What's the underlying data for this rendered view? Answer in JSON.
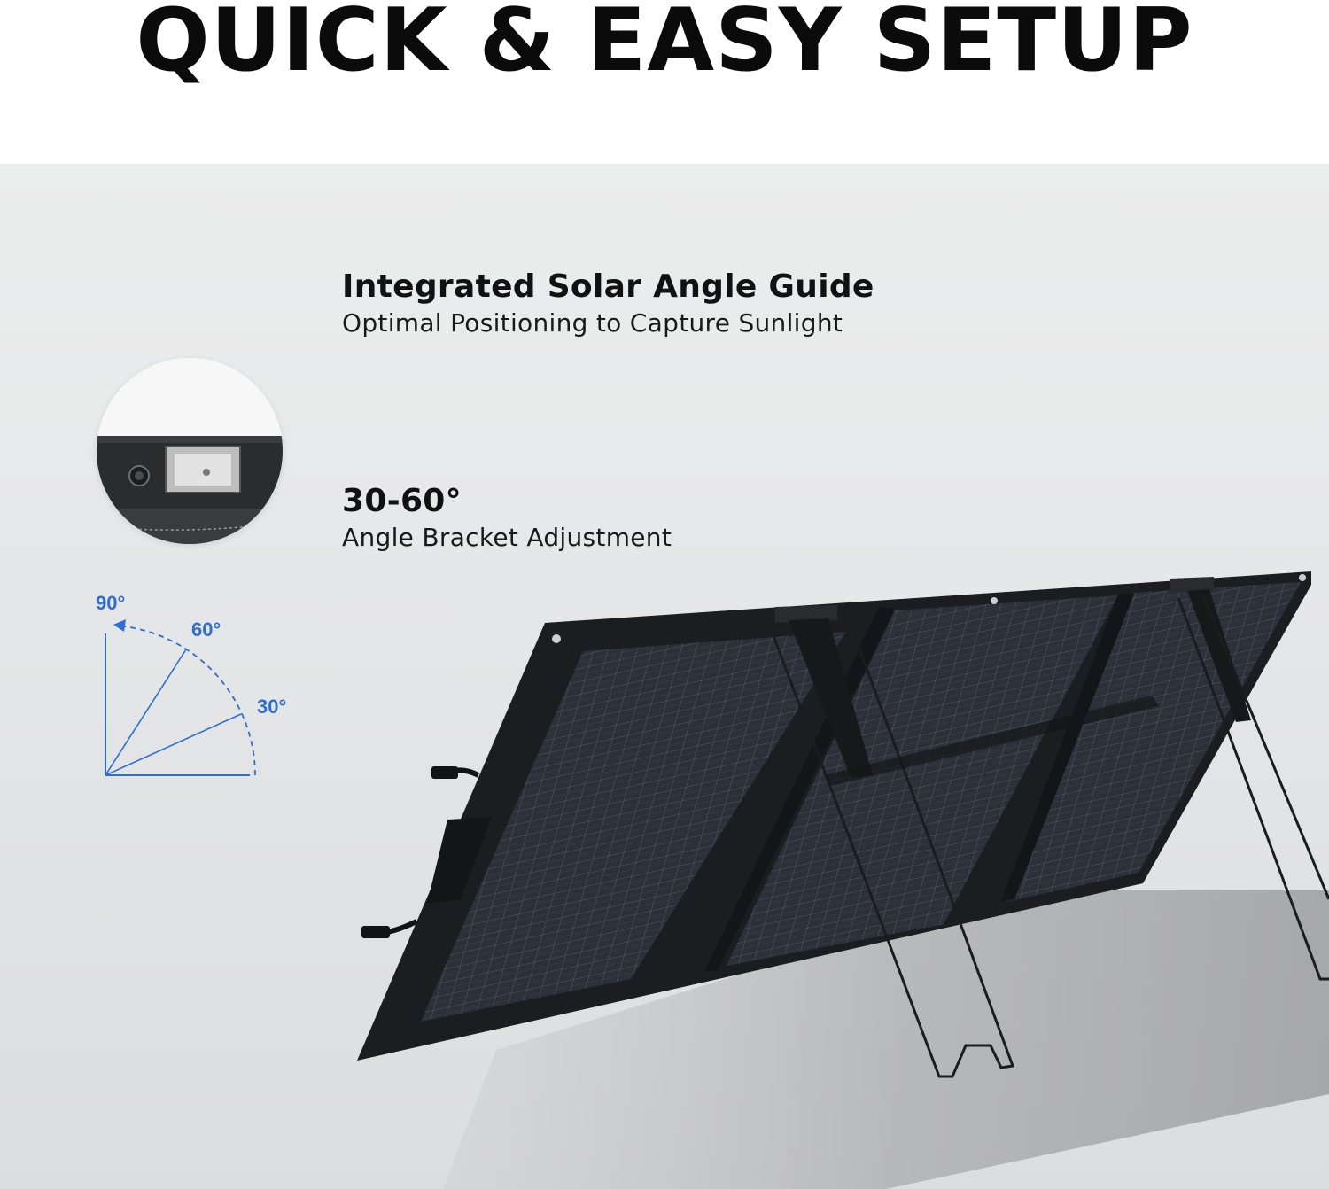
{
  "header": {
    "title": "QUICK & EASY SETUP"
  },
  "features": [
    {
      "title": "Integrated Solar Angle Guide",
      "subtitle": "Optimal Positioning to Capture Sunlight"
    },
    {
      "title": "30-60°",
      "subtitle": "Angle Bracket Adjustment"
    }
  ],
  "angle_guide": {
    "labels": [
      "90°",
      "60°",
      "30°"
    ],
    "accent_color": "#2f6fd1"
  },
  "product": {
    "icons": [
      "solar-panel-illustration",
      "angle-guide-closeup"
    ]
  }
}
